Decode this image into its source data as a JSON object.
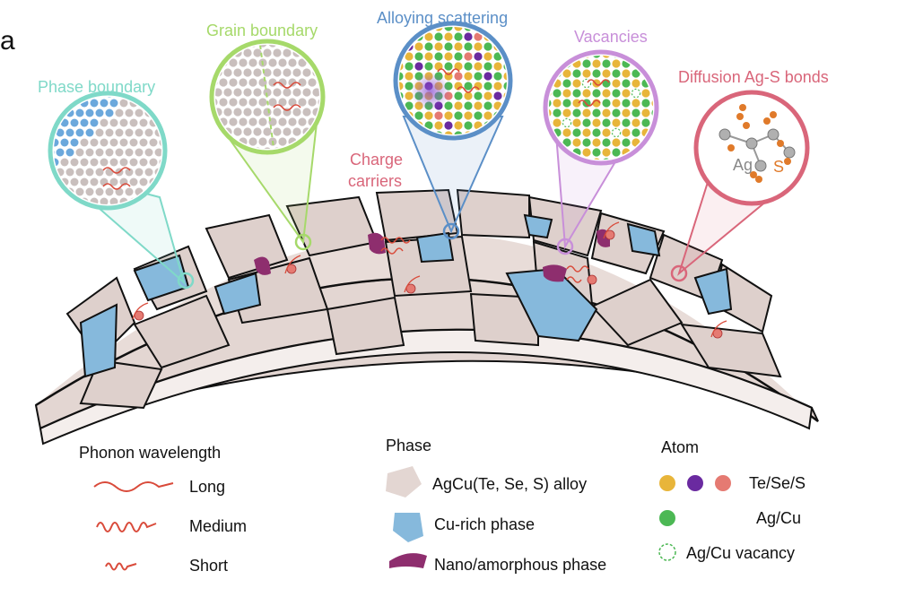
{
  "panel_letter": "a",
  "callouts": {
    "phase_boundary": "Phase boundary",
    "grain_boundary": "Grain boundary",
    "alloying_scattering": "Alloying scattering",
    "vacancies": "Vacancies",
    "diffusion": "Diffusion Ag-S bonds",
    "charge_carriers_line1": "Charge",
    "charge_carriers_line2": "carriers",
    "ag_label": "Ag",
    "s_label": "S"
  },
  "legend": {
    "phonon": {
      "title": "Phonon wavelength",
      "long": "Long",
      "medium": "Medium",
      "short": "Short"
    },
    "phase": {
      "title": "Phase",
      "alloy": "AgCu(Te, Se, S) alloy",
      "cu_rich": "Cu-rich phase",
      "nano": "Nano/amorphous phase"
    },
    "atom": {
      "title": "Atom",
      "te_se_s": "Te/Se/S",
      "ag_cu": "Ag/Cu",
      "vacancy": "Ag/Cu vacancy"
    }
  },
  "colors": {
    "phase_boundary": "#7fd9c8",
    "grain_boundary": "#a6d96a",
    "alloying": "#5b8fc7",
    "vacancies": "#c88fd9",
    "diffusion": "#d9667a",
    "grain_fill": "#e3d6d2",
    "cu_rich": "#86b9dc",
    "nano": "#8e2e6e",
    "phonon": "#d94a3a",
    "atom_yellow": "#e8b53a",
    "atom_purple": "#6a2aa0",
    "atom_pink": "#e57a72",
    "atom_green": "#4cb854",
    "atom_grey": "#c9bfbd",
    "s_orange": "#e07a2a"
  }
}
